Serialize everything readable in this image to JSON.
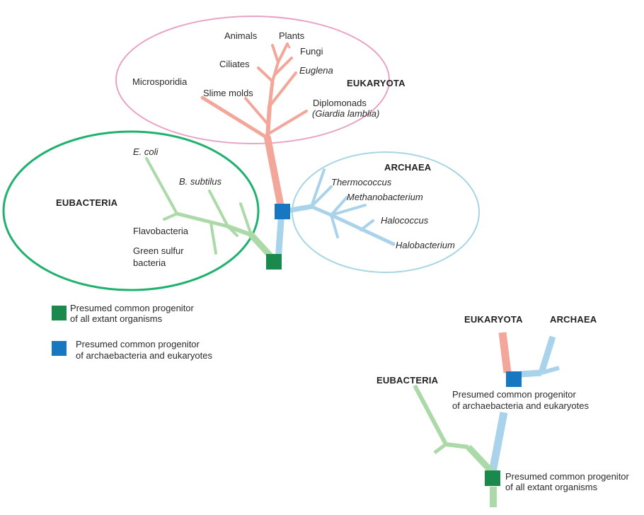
{
  "colors": {
    "eukaryota": "#f2a79a",
    "archaea": "#a8d3ea",
    "eubacteria": "#acd9a8",
    "eukaryota_ring": "#e8a3c4",
    "archaea_ring": "#a6d6e3",
    "eubacteria_ring": "#21b16f",
    "common_progenitor": "#1a8a4c",
    "archae_euk_progenitor": "#1777c1"
  },
  "main_tree": {
    "eukaryota": {
      "title": "EUKARYOTA",
      "taxa": {
        "animals": "Animals",
        "plants": "Plants",
        "fungi": "Fungi",
        "ciliates": "Ciliates",
        "euglena": "Euglena",
        "microsporidia": "Microsporidia",
        "slime_molds": "Slime molds",
        "diplomonads": "Diplomonads",
        "giardia": "(Giardia lamblia)"
      }
    },
    "archaea": {
      "title": "ARCHAEA",
      "taxa": {
        "thermococcus": "Thermococcus",
        "methanobacterium": "Methanobacterium",
        "halococcus": "Halococcus",
        "halobacterium": "Halobacterium"
      }
    },
    "eubacteria": {
      "title": "EUBACTERIA",
      "taxa": {
        "e_coli": "E. coli",
        "b_subtilus": "B. subtilus",
        "flavobacteria": "Flavobacteria",
        "green_sulfur_1": "Green sulfur",
        "green_sulfur_2": "bacteria"
      }
    }
  },
  "legend": {
    "common_line1": "Presumed common progenitor",
    "common_line2": "of all extant organisms",
    "archae_line1": "Presumed common progenitor",
    "archae_line2": "of archaebacteria and eukaryotes"
  },
  "mini_tree": {
    "eukaryota": "EUKARYOTA",
    "archaea": "ARCHAEA",
    "eubacteria": "EUBACTERIA",
    "archae_line1": "Presumed common progenitor",
    "archae_line2": "of archaebacteria and eukaryotes",
    "common_line1": "Presumed common progenitor",
    "common_line2": "of all extant organisms"
  }
}
